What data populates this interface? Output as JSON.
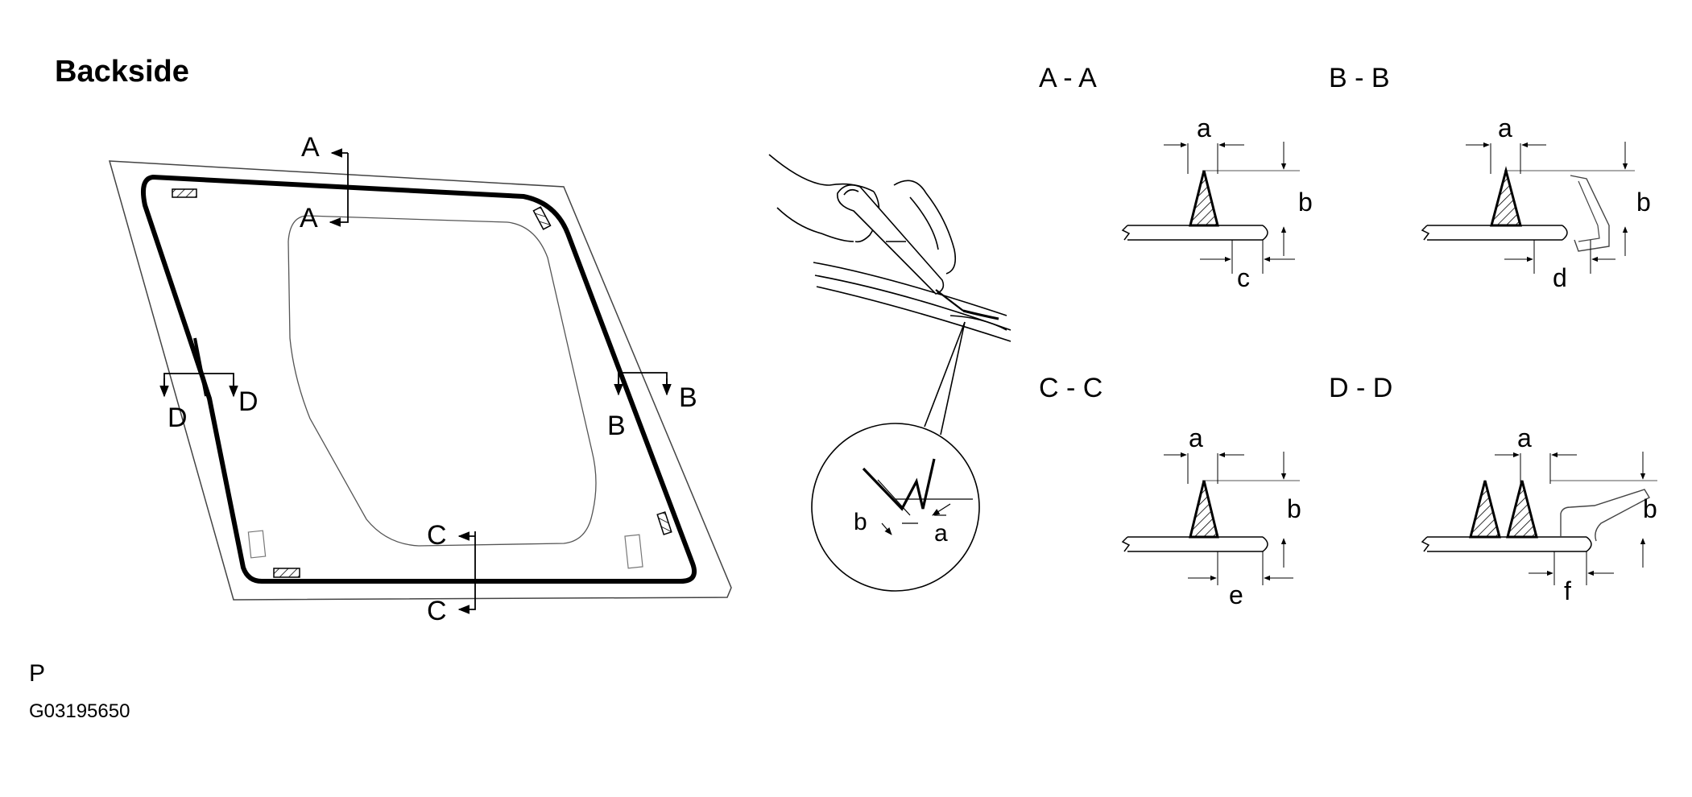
{
  "title": "Backside",
  "page_tag": "P",
  "figure_code": "G03195650",
  "glass_markers": {
    "a_top": "A",
    "a_bottom": "A",
    "b_left": "B",
    "b_right": "B",
    "c_top": "C",
    "c_bottom": "C",
    "d_left": "D",
    "d_right": "D"
  },
  "detail_callout": {
    "dim_b": "b",
    "dim_a": "a"
  },
  "sections": [
    {
      "title": "A - A",
      "dims": [
        "a",
        "b",
        "c"
      ]
    },
    {
      "title": "B - B",
      "dims": [
        "a",
        "b",
        "d"
      ]
    },
    {
      "title": "C - C",
      "dims": [
        "a",
        "b",
        "e"
      ]
    },
    {
      "title": "D - D",
      "dims": [
        "a",
        "b",
        "f"
      ]
    }
  ]
}
